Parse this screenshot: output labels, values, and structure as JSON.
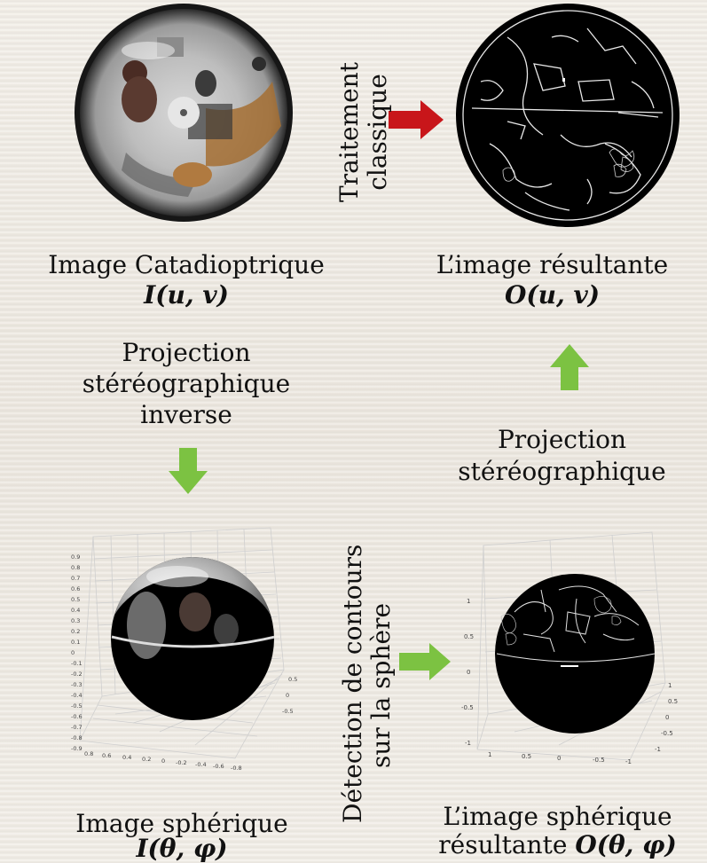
{
  "top_left": {
    "caption": "Image Catadioptrique",
    "formula": "I(u, v)"
  },
  "top_right": {
    "caption": "L’image résultante",
    "formula": "O(u, v)"
  },
  "top_arrow_label": [
    "Traitement",
    "classique"
  ],
  "left_projection": [
    "Projection",
    "stéréographique",
    "inverse"
  ],
  "right_projection": [
    "Projection",
    "stéréographique"
  ],
  "middle_label": [
    "Détection de contours",
    "sur la sphère"
  ],
  "bottom_left": {
    "caption": "Image sphérique",
    "formula": "I(θ, φ)"
  },
  "bottom_right": {
    "caption_line1": "L’image sphérique",
    "caption_line2": "résultante",
    "formula": "O(θ, φ)"
  },
  "left_plot": {
    "y_ticks": [
      "0.9",
      "0.8",
      "0.7",
      "0.6",
      "0.5",
      "0.4",
      "0.3",
      "0.2",
      "0.1",
      "0",
      "-0.1",
      "-0.2",
      "-0.3",
      "-0.4",
      "-0.5",
      "-0.6",
      "-0.7",
      "-0.8",
      "-0.9"
    ],
    "x_ticks": [
      "0.8",
      "0.6",
      "0.4",
      "0.2",
      "0",
      "-0.2",
      "-0.4",
      "-0.6",
      "-0.8"
    ],
    "z_ticks": [
      "0.5",
      "0",
      "-0.5"
    ]
  },
  "right_plot": {
    "y_ticks": [
      "1",
      "0.5",
      "0",
      "-0.5",
      "-1"
    ],
    "x_ticks": [
      "1",
      "0.5",
      "0",
      "-0.5",
      "-1"
    ],
    "z_ticks": [
      "1",
      "0.5",
      "0",
      "-0.5",
      "-1"
    ]
  },
  "colors": {
    "red_arrow": "#c8161a",
    "green_arrow": "#7cc242"
  }
}
